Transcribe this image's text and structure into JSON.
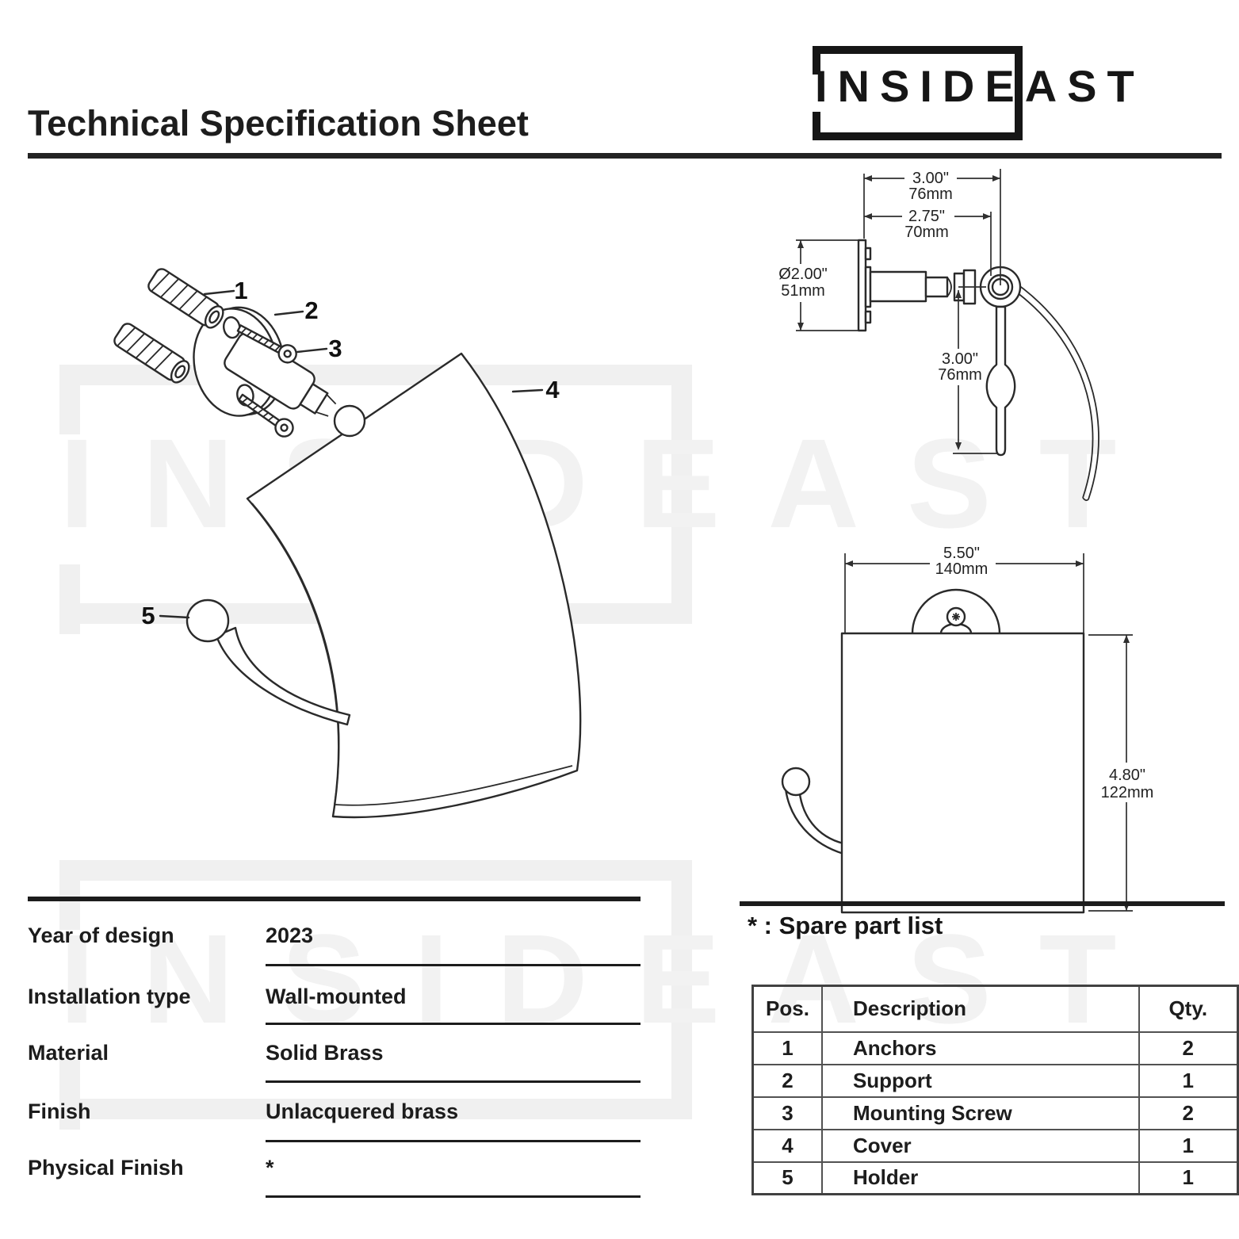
{
  "header": {
    "title": "Technical Specification Sheet",
    "logo_boxed": "INSIDE",
    "logo_rest": "AST"
  },
  "watermark": {
    "boxed": "INSIDE",
    "rest": "AST"
  },
  "exploded_view": {
    "part_labels": [
      "1",
      "2",
      "3",
      "4",
      "5"
    ]
  },
  "side_view_dims": {
    "projection_in": "3.00\"",
    "projection_mm": "76mm",
    "depth_in": "2.75\"",
    "depth_mm": "70mm",
    "plate_dia_in": "Ø2.00\"",
    "plate_dia_mm": "51mm",
    "drop_in": "3.00\"",
    "drop_mm": "76mm"
  },
  "front_view_dims": {
    "width_in": "5.50\"",
    "width_mm": "140mm",
    "height_in": "4.80\"",
    "height_mm": "122mm"
  },
  "specifications": [
    {
      "label": "Year of design",
      "value": "2023"
    },
    {
      "label": "Installation type",
      "value": "Wall-mounted"
    },
    {
      "label": "Material",
      "value": "Solid Brass"
    },
    {
      "label": "Finish",
      "value": "Unlacquered brass"
    },
    {
      "label": "Physical Finish",
      "value": "*"
    }
  ],
  "spare_parts": {
    "title": "* : Spare part list",
    "columns": [
      "Pos.",
      "Description",
      "Qty."
    ],
    "rows": [
      [
        "1",
        "Anchors",
        "2"
      ],
      [
        "2",
        "Support",
        "1"
      ],
      [
        "3",
        "Mounting Screw",
        "2"
      ],
      [
        "4",
        "Cover",
        "1"
      ],
      [
        "5",
        "Holder",
        "1"
      ]
    ]
  }
}
